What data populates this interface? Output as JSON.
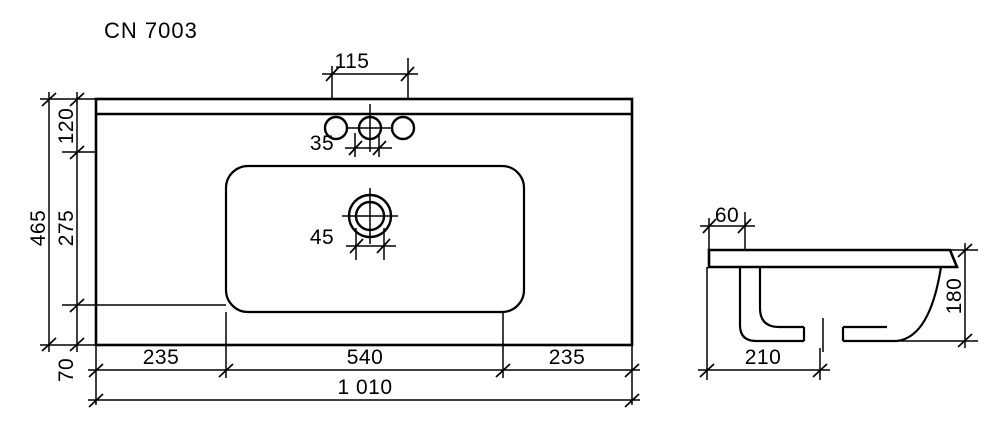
{
  "title": {
    "label": "CN 7003"
  },
  "drawing": {
    "units": "mm",
    "stroke_color": "#000000",
    "background_color": "#ffffff",
    "views": [
      {
        "name": "top-view",
        "label": "top view"
      },
      {
        "name": "side-view",
        "label": "side section view"
      }
    ]
  },
  "top_view": {
    "dimensions": {
      "faucet_offset": "115",
      "faucet_hole": "35",
      "drain_hole": "45",
      "depth_total": "465",
      "depth_back": "120",
      "depth_basin": "275",
      "depth_front": "70",
      "width_left": "235",
      "width_basin": "540",
      "width_right": "235",
      "width_total": "1 010"
    },
    "features": {
      "faucet_hole_count": 3,
      "drain_ring_count": 2,
      "basin_shape": "rounded-rectangle",
      "backsplash": true
    }
  },
  "side_view": {
    "dimensions": {
      "slab_thickness": "60",
      "bowl_depth": "180",
      "bowl_projection": "210"
    },
    "features": {
      "drain_outlet": true,
      "profile": "flat-slab-with-curved-bowl"
    }
  }
}
